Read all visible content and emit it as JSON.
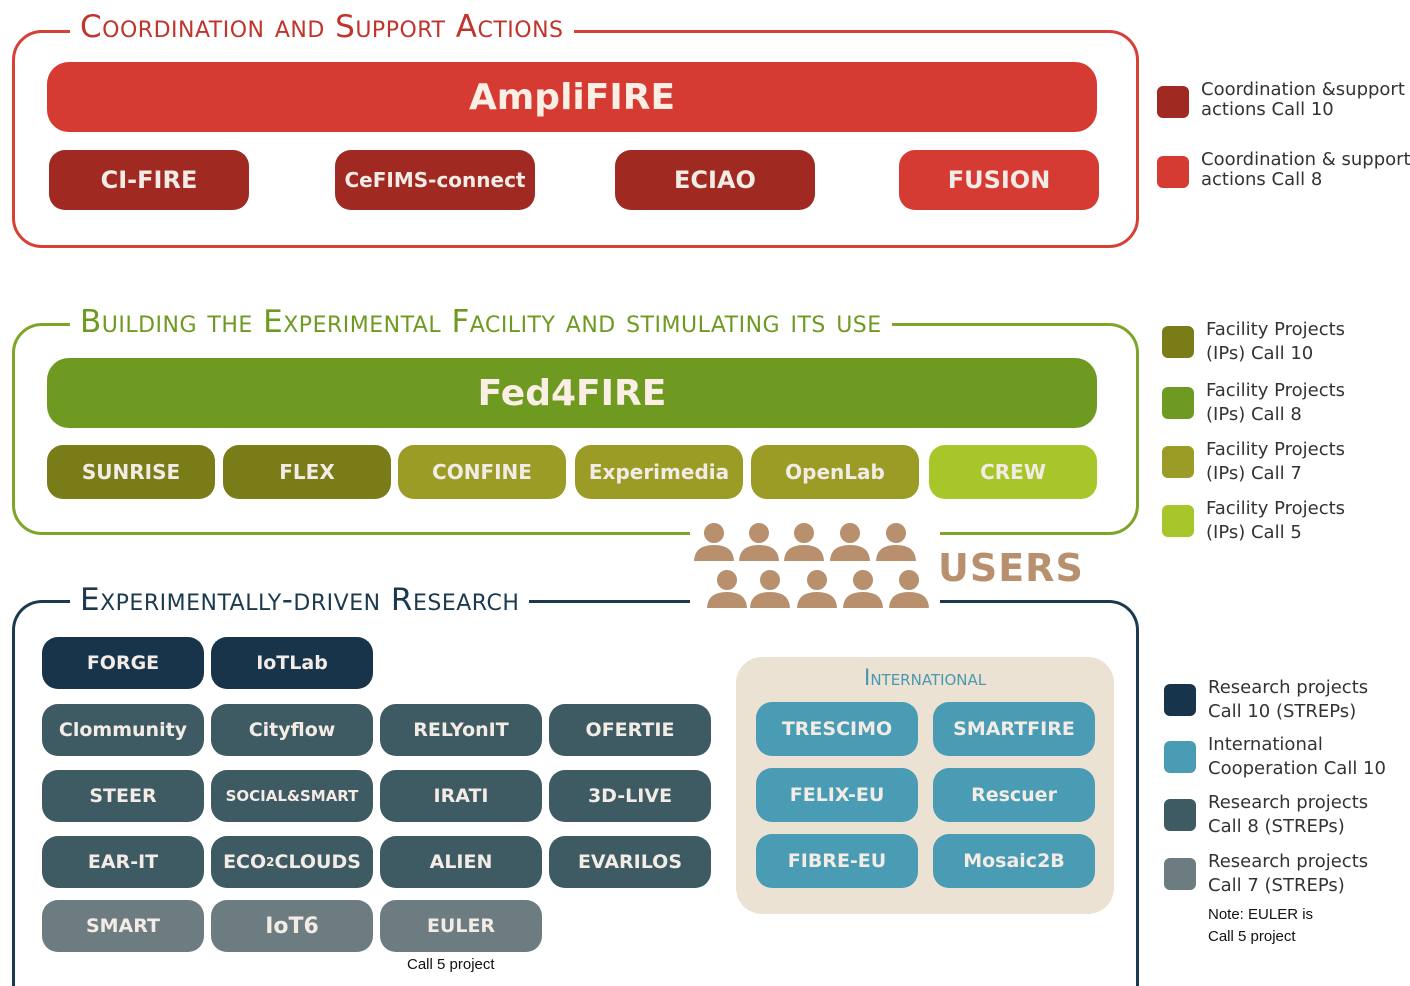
{
  "sections": {
    "csa": {
      "title": "Coordination and Support Actions",
      "main": "AmpliFIRE",
      "items": [
        "CI-FIRE",
        "CeFIMS-connect",
        "ECIAO",
        "FUSION"
      ]
    },
    "facility": {
      "title": "Building the Experimental Facility and stimulating its use",
      "main": "Fed4FIRE",
      "items": [
        "SUNRISE",
        "FLEX",
        "CONFINE",
        "Experimedia",
        "OpenLab",
        "CREW"
      ]
    },
    "research": {
      "title": "Experimentally-driven Research",
      "row1": [
        "FORGE",
        "IoTLab"
      ],
      "row2": [
        "Clommunity",
        "Cityflow",
        "RELYonIT",
        "OFERTIE"
      ],
      "row3": [
        "STEER",
        "SOCIAL&SMART",
        "IRATI",
        "3D-LIVE"
      ],
      "row4_a": [
        "EAR-IT"
      ],
      "eco_prefix": "ECO",
      "eco_sub": "2",
      "eco_suffix": "CLOUDS",
      "row4_b": [
        "ALIEN",
        "EVARILOS"
      ],
      "row5": [
        "SMART",
        "IoT6",
        "EULER"
      ],
      "euler_note": "Call 5 project",
      "international": {
        "title": "International",
        "items": [
          "TRESCIMO",
          "SMARTFIRE",
          "FELIX-EU",
          "Rescuer",
          "FIBRE-EU",
          "Mosaic2B"
        ]
      }
    }
  },
  "users_label": "USERS",
  "legend": [
    {
      "line1": "Coordination &support",
      "line2": "actions Call 10",
      "color": "#a02a22"
    },
    {
      "line1": "Coordination & support",
      "line2": "actions Call 8",
      "color": "#d63b33"
    },
    {
      "line1": "Facility Projects",
      "line2": "(IPs) Call 10",
      "color": "#7a7c18"
    },
    {
      "line1": "Facility Projects",
      "line2": "(IPs) Call 8",
      "color": "#6e9a22"
    },
    {
      "line1": "Facility Projects",
      "line2": "(IPs) Call 7",
      "color": "#9a9c26"
    },
    {
      "line1": "Facility Projects",
      "line2": "(IPs) Call 5",
      "color": "#a7c62a"
    },
    {
      "line1": "Research projects",
      "line2": "Call 10 (STREPs)",
      "color": "#17344a"
    },
    {
      "line1": "International",
      "line2": "Cooperation Call 10",
      "color": "#4a9cb4"
    },
    {
      "line1": "Research projects",
      "line2": "Call 8 (STREPs)",
      "color": "#3e5a62"
    },
    {
      "line1": "Research projects",
      "line2": "Call 7 (STREPs)",
      "color": "#6c7c80"
    }
  ],
  "legend_note": {
    "line1": "Note: EULER is",
    "line2": "Call 5 project"
  },
  "colors": {
    "csa_frame": "#d94035",
    "csa_title": "#c0342c",
    "csa_main": "#d63b33",
    "csa_call10": "#a02a22",
    "csa_call8": "#d63b33",
    "fac_frame": "#7ea428",
    "fac_title": "#6f9a22",
    "fac_main": "#6e9a22",
    "fac_call10": "#7a7c18",
    "fac_call7": "#9a9c26",
    "fac_call5": "#a7c62a",
    "res_frame": "#1c3a4e",
    "res_title": "#1c3a4e",
    "res_call10": "#17344a",
    "res_call8": "#3e5a62",
    "res_call7": "#6c7c80",
    "intl": "#4a9cb4",
    "intl_bg": "#ece2d4",
    "users": "#b8906e"
  }
}
